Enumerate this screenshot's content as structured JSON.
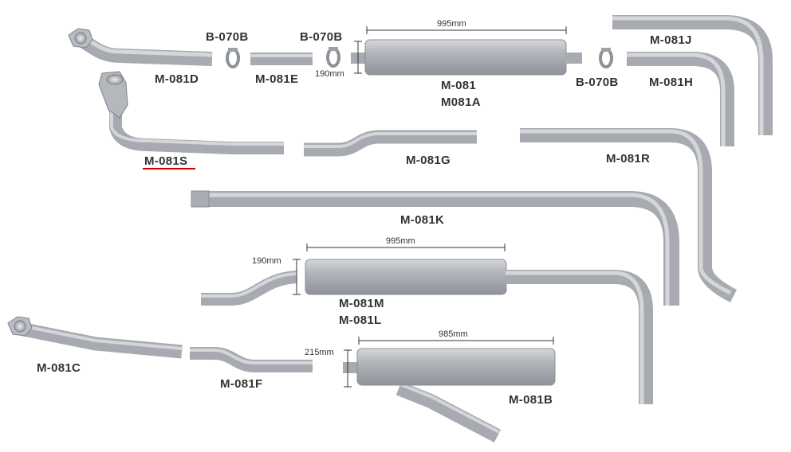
{
  "diagram": {
    "colors": {
      "pipe": "#a7aab0",
      "pipe_highlight": "#d4d6da",
      "pipe_edge": "#7d8188",
      "label": "#333333",
      "underline": "#cc0000"
    },
    "parts": [
      {
        "id": "m081d",
        "label": "M-081D"
      },
      {
        "id": "b070b-1",
        "label": "B-070B"
      },
      {
        "id": "m081e",
        "label": "M-081E"
      },
      {
        "id": "b070b-2",
        "label": "B-070B"
      },
      {
        "id": "m081",
        "label": "M-081"
      },
      {
        "id": "m081a",
        "label": "M081A"
      },
      {
        "id": "b070b-3",
        "label": "B-070B"
      },
      {
        "id": "m081j",
        "label": "M-081J"
      },
      {
        "id": "m081h",
        "label": "M-081H"
      },
      {
        "id": "m081s",
        "label": "M-081S"
      },
      {
        "id": "m081g",
        "label": "M-081G"
      },
      {
        "id": "m081r",
        "label": "M-081R"
      },
      {
        "id": "m081k",
        "label": "M-081K"
      },
      {
        "id": "m081m",
        "label": "M-081M"
      },
      {
        "id": "m081l",
        "label": "M-081L"
      },
      {
        "id": "m081c",
        "label": "M-081C"
      },
      {
        "id": "m081f",
        "label": "M-081F"
      },
      {
        "id": "m081b",
        "label": "M-081B"
      }
    ],
    "dimensions": {
      "muffler_top_length": "995mm",
      "muffler_top_diameter": "190mm",
      "muffler_mid_length": "995mm",
      "muffler_mid_diameter": "190mm",
      "muffler_bottom_length": "985mm",
      "muffler_bottom_diameter": "215mm"
    }
  }
}
